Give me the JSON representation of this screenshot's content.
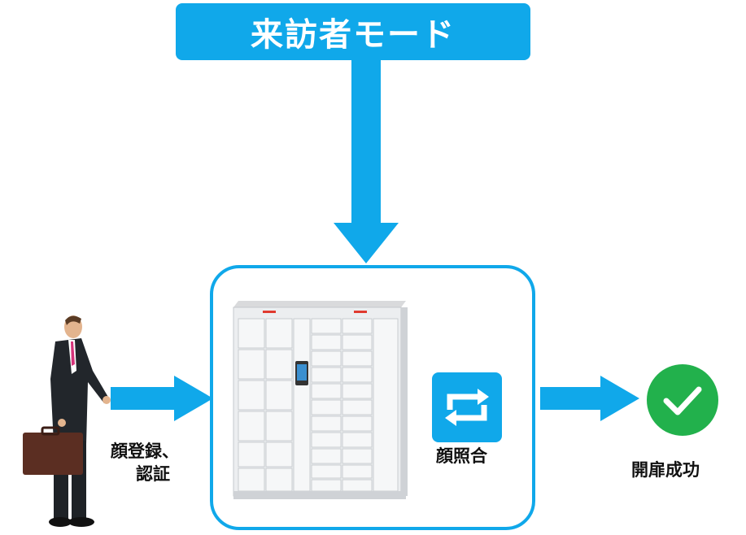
{
  "header": {
    "title": "来訪者モード"
  },
  "steps": {
    "register": {
      "line1": "顔登録、",
      "line2": "認証"
    },
    "match": {
      "label": "顔照合"
    },
    "result": {
      "label": "開扉成功"
    }
  },
  "icons": [
    "person-icon",
    "locker-icon",
    "swap-icon",
    "check-icon"
  ],
  "colors": {
    "accent": "#10a8ea",
    "success": "#22b14c"
  }
}
